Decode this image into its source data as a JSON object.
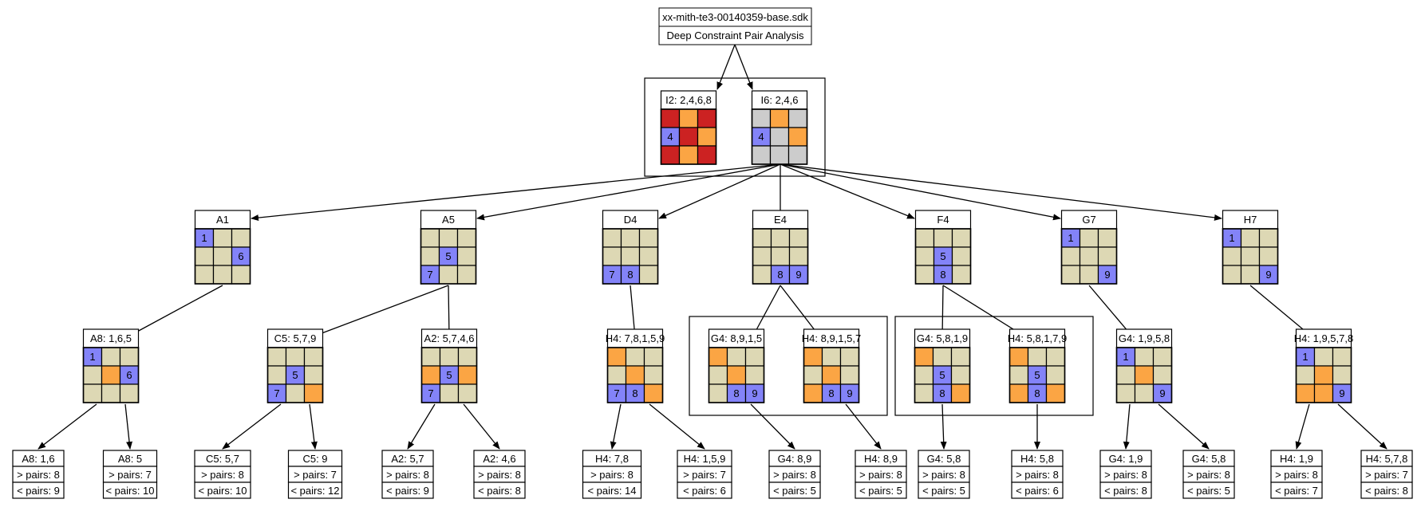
{
  "colors": {
    "background": "#ffffff",
    "cell_default": "#ddd8b4",
    "cell_blue": "#8383f8",
    "cell_orange": "#fba544",
    "cell_red": "#cc2222",
    "cell_gray": "#cccccc",
    "stroke": "#000000"
  },
  "header": {
    "filename": "xx-mith-te3-00140359-base.sdk",
    "title": "Deep Constraint Pair Analysis"
  },
  "root_grids": [
    {
      "label": "I2: 2,4,6,8",
      "cells": [
        [
          "r",
          "o",
          "r"
        ],
        [
          "b:4",
          "r",
          "o"
        ],
        [
          "r",
          "o",
          "r"
        ]
      ]
    },
    {
      "label": "I6: 2,4,6",
      "cells": [
        [
          "g",
          "o",
          "g"
        ],
        [
          "b:4",
          "g",
          "o"
        ],
        [
          "g",
          "g",
          "g"
        ]
      ]
    }
  ],
  "level1": [
    {
      "label": "A1",
      "cells": [
        [
          "b:1",
          "",
          ""
        ],
        [
          "",
          "",
          "b:6"
        ],
        [
          "",
          "",
          ""
        ]
      ]
    },
    {
      "label": "A5",
      "cells": [
        [
          "",
          "",
          ""
        ],
        [
          "",
          "b:5",
          ""
        ],
        [
          "b:7",
          "",
          ""
        ]
      ]
    },
    {
      "label": "D4",
      "cells": [
        [
          "",
          "",
          ""
        ],
        [
          "",
          "",
          ""
        ],
        [
          "b:7",
          "b:8",
          ""
        ]
      ]
    },
    {
      "label": "E4",
      "cells": [
        [
          "",
          "",
          ""
        ],
        [
          "",
          "",
          ""
        ],
        [
          "",
          "b:8",
          "b:9"
        ]
      ]
    },
    {
      "label": "F4",
      "cells": [
        [
          "",
          "",
          ""
        ],
        [
          "",
          "b:5",
          ""
        ],
        [
          "",
          "b:8",
          ""
        ]
      ]
    },
    {
      "label": "G7",
      "cells": [
        [
          "b:1",
          "",
          ""
        ],
        [
          "",
          "",
          ""
        ],
        [
          "",
          "",
          "b:9"
        ]
      ]
    },
    {
      "label": "H7",
      "cells": [
        [
          "b:1",
          "",
          ""
        ],
        [
          "",
          "",
          ""
        ],
        [
          "",
          "",
          "b:9"
        ]
      ]
    }
  ],
  "level2": [
    {
      "label": "A8: 1,6,5",
      "cells": [
        [
          "b:1",
          "",
          ""
        ],
        [
          "",
          "o",
          "b:6"
        ],
        [
          "",
          "",
          ""
        ]
      ]
    },
    {
      "label": "C5: 5,7,9",
      "cells": [
        [
          "",
          "",
          ""
        ],
        [
          "",
          "b:5",
          ""
        ],
        [
          "b:7",
          "",
          "o"
        ]
      ]
    },
    {
      "label": "A2: 5,7,4,6",
      "cells": [
        [
          "",
          "",
          ""
        ],
        [
          "o",
          "b:5",
          "o"
        ],
        [
          "b:7",
          "",
          ""
        ]
      ]
    },
    {
      "label": "H4: 7,8,1,5,9",
      "cells": [
        [
          "o",
          "",
          ""
        ],
        [
          "",
          "o",
          ""
        ],
        [
          "b:7",
          "b:8",
          "o"
        ]
      ]
    },
    {
      "label": "G4: 8,9,1,5",
      "cells": [
        [
          "o",
          "",
          ""
        ],
        [
          "",
          "o",
          ""
        ],
        [
          "",
          "b:8",
          "b:9"
        ]
      ]
    },
    {
      "label": "H4: 8,9,1,5,7",
      "cells": [
        [
          "o",
          "",
          ""
        ],
        [
          "",
          "o",
          ""
        ],
        [
          "o",
          "b:8",
          "b:9"
        ]
      ]
    },
    {
      "label": "G4: 5,8,1,9",
      "cells": [
        [
          "o",
          "",
          ""
        ],
        [
          "",
          "b:5",
          ""
        ],
        [
          "",
          "b:8",
          "o"
        ]
      ]
    },
    {
      "label": "H4: 5,8,1,7,9",
      "cells": [
        [
          "o",
          "",
          ""
        ],
        [
          "",
          "b:5",
          ""
        ],
        [
          "o",
          "b:8",
          "o"
        ]
      ]
    },
    {
      "label": "G4: 1,9,5,8",
      "cells": [
        [
          "b:1",
          "",
          ""
        ],
        [
          "",
          "o",
          ""
        ],
        [
          "",
          "",
          "b:9"
        ]
      ]
    },
    {
      "label": "H4: 1,9,5,7,8",
      "cells": [
        [
          "b:1",
          "",
          ""
        ],
        [
          "",
          "o",
          ""
        ],
        [
          "o",
          "o",
          "b:9"
        ]
      ]
    }
  ],
  "leaves": [
    {
      "label": "A8: 1,6",
      "gt": "> pairs: 8",
      "lt": "< pairs: 9"
    },
    {
      "label": "A8: 5",
      "gt": "> pairs: 7",
      "lt": "< pairs: 10"
    },
    {
      "label": "C5: 5,7",
      "gt": "> pairs: 8",
      "lt": "< pairs: 10"
    },
    {
      "label": "C5: 9",
      "gt": "> pairs: 7",
      "lt": "< pairs: 12"
    },
    {
      "label": "A2: 5,7",
      "gt": "> pairs: 8",
      "lt": "< pairs: 9"
    },
    {
      "label": "A2: 4,6",
      "gt": "> pairs: 8",
      "lt": "< pairs: 8"
    },
    {
      "label": "H4: 7,8",
      "gt": "> pairs: 8",
      "lt": "< pairs: 14"
    },
    {
      "label": "H4: 1,5,9",
      "gt": "> pairs: 7",
      "lt": "< pairs: 6"
    },
    {
      "label": "G4: 8,9",
      "gt": "> pairs: 8",
      "lt": "< pairs: 5"
    },
    {
      "label": "H4: 8,9",
      "gt": "> pairs: 8",
      "lt": "< pairs: 5"
    },
    {
      "label": "G4: 5,8",
      "gt": "> pairs: 8",
      "lt": "< pairs: 5"
    },
    {
      "label": "H4: 5,8",
      "gt": "> pairs: 8",
      "lt": "< pairs: 6"
    },
    {
      "label": "G4: 1,9",
      "gt": "> pairs: 8",
      "lt": "< pairs: 8"
    },
    {
      "label": "G4: 5,8",
      "gt": "> pairs: 8",
      "lt": "< pairs: 5"
    },
    {
      "label": "H4: 1,9",
      "gt": "> pairs: 8",
      "lt": "< pairs: 7"
    },
    {
      "label": "H4: 5,7,8",
      "gt": "> pairs: 7",
      "lt": "< pairs: 8"
    }
  ]
}
